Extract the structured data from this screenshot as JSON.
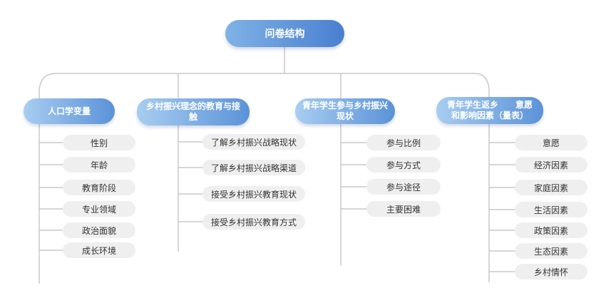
{
  "root": {
    "label": "问卷结构"
  },
  "categories": [
    {
      "label": "人口学变量",
      "items": [
        "性别",
        "年龄",
        "教育阶段",
        "专业领域",
        "政治面貌",
        "成长环境"
      ]
    },
    {
      "label": "乡村振兴理念的教育与接触",
      "items": [
        "了解乡村振兴战略现状",
        "了解乡村振兴战略渠道",
        "接受乡村振兴教育现状",
        "接受乡村振兴教育方式"
      ]
    },
    {
      "label": "青年学生参与乡村振兴现状",
      "items": [
        "参与比例",
        "参与方式",
        "参与途径",
        "主要困难"
      ]
    },
    {
      "label": "青年学生返乡　　意愿和影响因素（量表）",
      "items": [
        "意愿",
        "经济因素",
        "家庭因素",
        "生活因素",
        "政策因素",
        "生态因素",
        "乡村情怀"
      ]
    }
  ],
  "colors": {
    "connector": "#c8c8c8",
    "root_start": "#7fb2e6",
    "root_end": "#4a7fd0"
  }
}
